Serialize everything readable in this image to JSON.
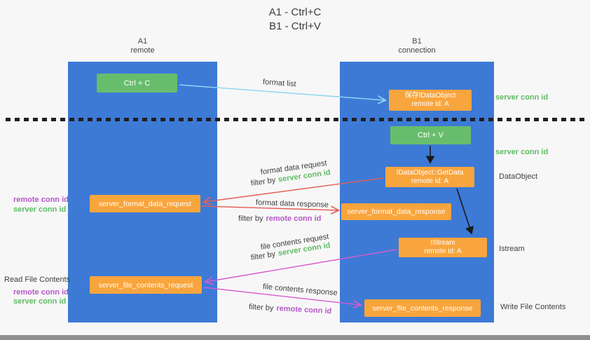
{
  "title": {
    "line1": "A1 - Ctrl+C",
    "line2": "B1 - Ctrl+V"
  },
  "lanes": {
    "left": {
      "name": "A1",
      "sub": "remote"
    },
    "right": {
      "name": "B1",
      "sub": "connection"
    }
  },
  "nodes": {
    "ctrl_c": "Ctrl + C",
    "ctrl_v": "Ctrl + V",
    "save_dataobject": {
      "line1": "保存IDataObject",
      "line2": "remote id: A"
    },
    "getdata": {
      "line1": "IDataObject::GetData",
      "line2": "remote id: A"
    },
    "istream": {
      "line1": "IStream",
      "line2": "remote id: A"
    },
    "format_request": "server_format_data_request",
    "format_response": "server_format_data_response",
    "file_request": "server_file_contents_request",
    "file_response": "server_file_contents_response"
  },
  "side_labels": {
    "server_conn_right_top": "server conn id",
    "server_conn_right_mid": "server conn id",
    "dataobject": "DataObject",
    "istream": "Istream",
    "write_file_contents": "Write File Contents",
    "read_file_contents": "Read File Contents",
    "remote_conn_left_top": "remote conn id",
    "server_conn_left_top": "server conn id",
    "remote_conn_left_bottom": "remote conn id",
    "server_conn_left_bottom": "server conn id"
  },
  "arrow_labels": {
    "format_list": "format list",
    "format_data_request": "format data request",
    "format_data_response": "format data response",
    "file_contents_request": "file contents request",
    "file_contents_response": "file contents response",
    "filter_by": "filter by",
    "server_conn_id": "server conn id",
    "remote_conn_id": "remote conn id"
  },
  "colors": {
    "lane_blue": "#3d7ad6",
    "box_green": "#68bd6c",
    "box_orange": "#f9a53d",
    "arrow_blue": "#8fd6f2",
    "arrow_red": "#e45f55",
    "arrow_magenta": "#d55bd0",
    "arrow_black": "#1a1a1a",
    "label_green": "#5fbb63",
    "label_purple": "#b558c8"
  }
}
